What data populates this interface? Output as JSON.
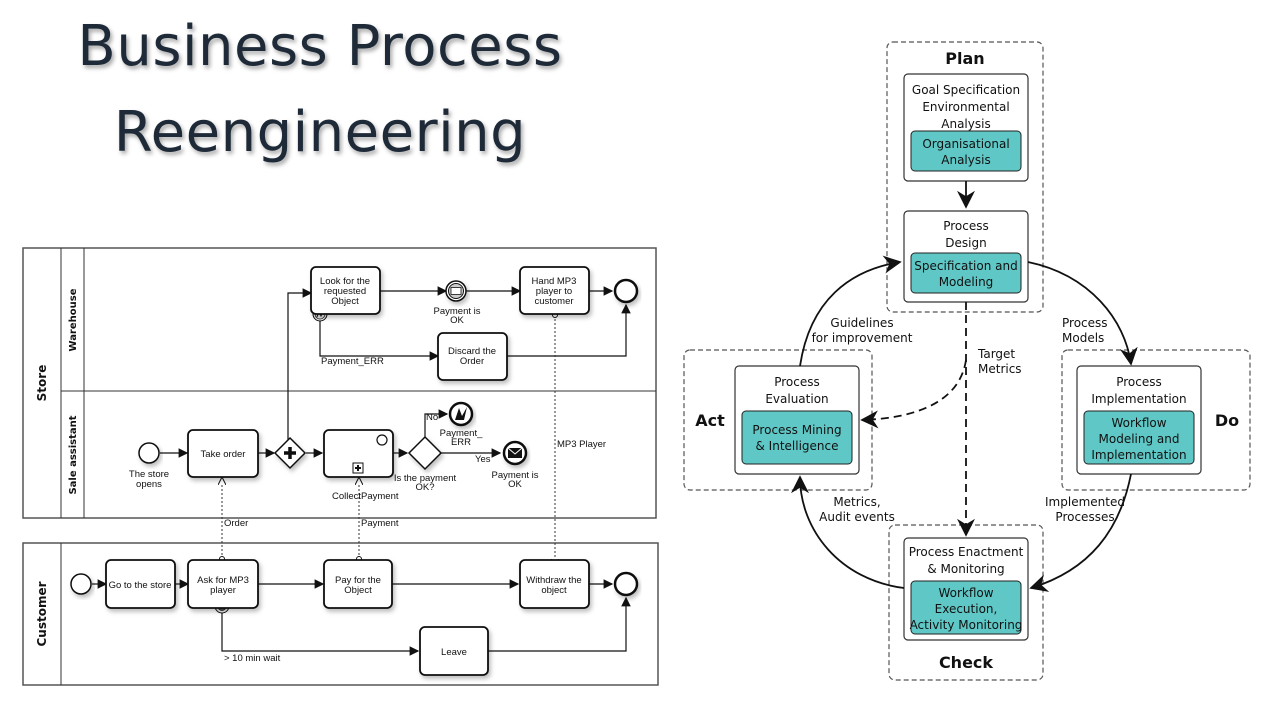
{
  "title": {
    "line1": "Business Process",
    "line2": "Reengineering"
  },
  "bpmn": {
    "pools": {
      "store": "Store",
      "customer": "Customer"
    },
    "lanes": {
      "warehouse": "Warehouse",
      "sale_assistant": "Sale assistant"
    },
    "tasks": {
      "look_for": [
        "Look for the",
        "requested",
        "Object"
      ],
      "hand_mp3": [
        "Hand MP3",
        "player to",
        "customer"
      ],
      "discard": [
        "Discard the",
        "Order"
      ],
      "take_order": [
        "Take order"
      ],
      "go_store": [
        "Go to the store"
      ],
      "ask_mp3": [
        "Ask for MP3",
        "player"
      ],
      "pay": [
        "Pay for the",
        "Object"
      ],
      "withdraw": [
        "Withdraw the",
        "object"
      ],
      "leave": [
        "Leave"
      ]
    },
    "labels": {
      "payment_ok_1": [
        "Payment is",
        "OK"
      ],
      "payment_err_flow": "Payment_ERR",
      "store_opens": [
        "The store",
        "opens"
      ],
      "collect": "Collect",
      "payment_sub": "Payment",
      "is_payment_ok": [
        "Is the payment",
        "OK?"
      ],
      "no": "No",
      "yes": "Yes",
      "payment_err_end": [
        "Payment_",
        "ERR"
      ],
      "payment_ok_2": [
        "Payment is",
        "OK"
      ],
      "mp3_player": "MP3 Player",
      "order_msg": "Order",
      "payment_msg": "Payment",
      "wait": "> 10 min wait"
    }
  },
  "pdca": {
    "phases": {
      "plan": "Plan",
      "do": "Do",
      "check": "Check",
      "act": "Act"
    },
    "plan_box1": {
      "title": [
        "Goal Specification",
        "Environmental",
        "Analysis"
      ],
      "inner": [
        "Organisational",
        "Analysis"
      ]
    },
    "plan_box2": {
      "title": [
        "Process",
        "Design"
      ],
      "inner": [
        "Specification and",
        "Modeling"
      ]
    },
    "do_box": {
      "title": [
        "Process",
        "Implementation"
      ],
      "inner": [
        "Workflow",
        "Modeling and",
        "Implementation"
      ]
    },
    "check_box": {
      "title": [
        "Process Enactment",
        "& Monitoring"
      ],
      "inner": [
        "Workflow",
        "Execution,",
        "Activity Monitoring"
      ]
    },
    "act_box": {
      "title": [
        "Process",
        "Evaluation"
      ],
      "inner": [
        "Process Mining",
        "& Intelligence"
      ]
    },
    "edges": {
      "process_models": [
        "Process",
        "Models"
      ],
      "implemented": [
        "Implemented",
        "Processes"
      ],
      "metrics": [
        "Metrics,",
        "Audit events"
      ],
      "guidelines": [
        "Guidelines",
        "for improvement"
      ],
      "target": [
        "Target",
        "Metrics"
      ]
    },
    "colors": {
      "teal": "#5fc8c6",
      "ink": "#111111"
    }
  }
}
